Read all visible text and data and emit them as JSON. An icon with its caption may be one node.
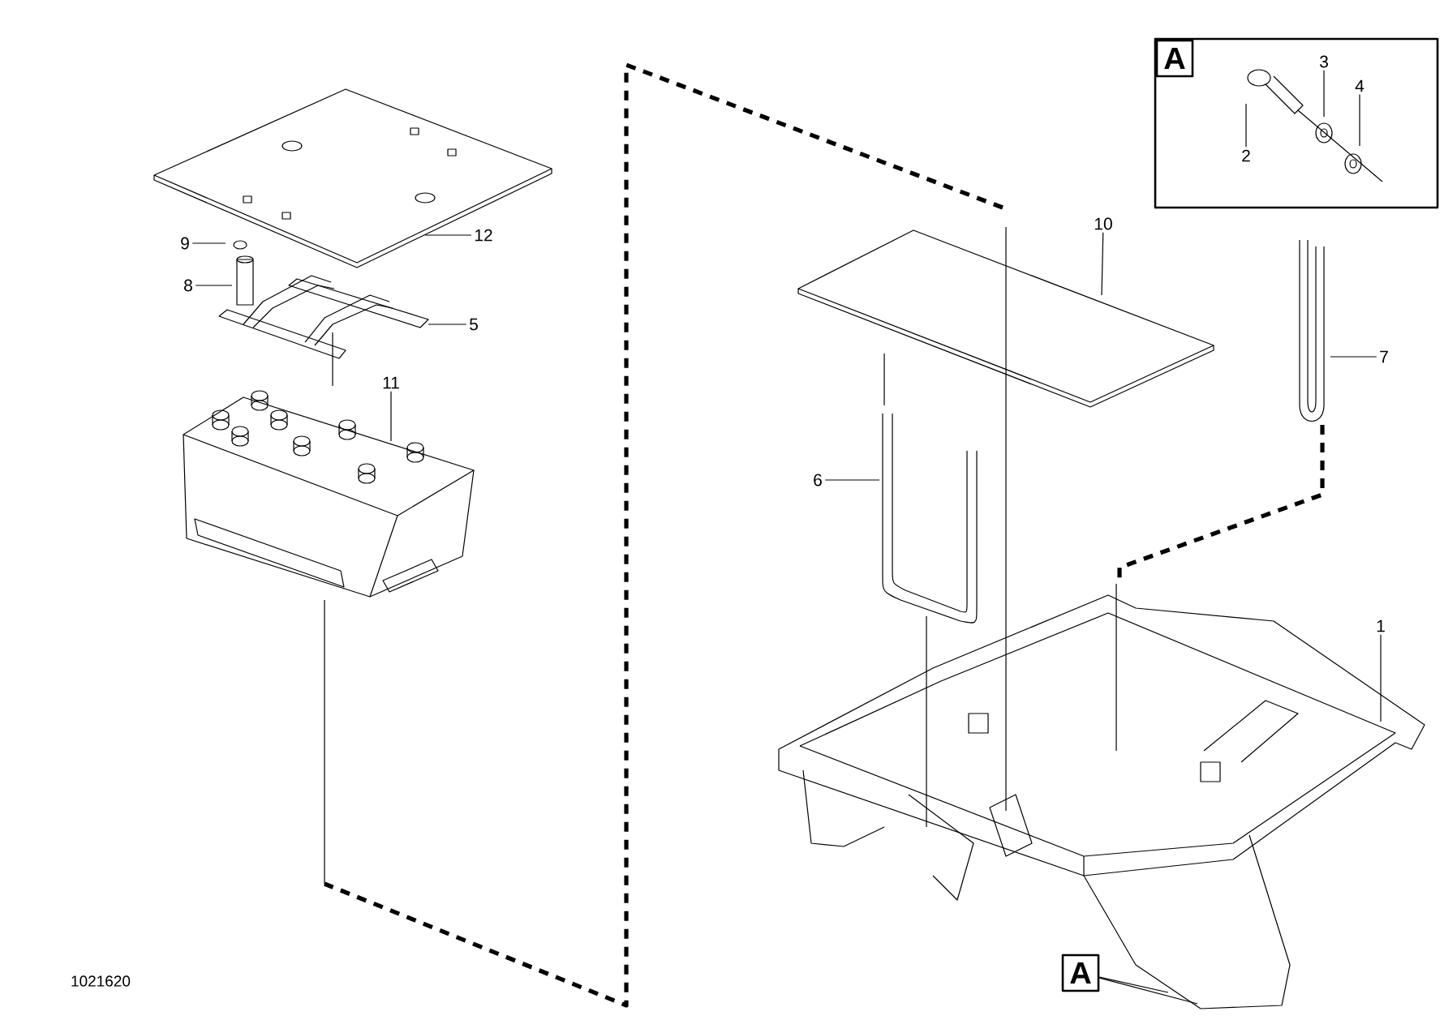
{
  "diagram": {
    "nodes": [
      {
        "text": [],
        "shape": "box"
      },
      {
        "text": [
          "A"
        ],
        "in": 0
      },
      {
        "text": [
          "2"
        ],
        "in": 0
      },
      {
        "text": [
          "3"
        ],
        "in": 0
      },
      {
        "text": [
          "4"
        ],
        "in": 0
      },
      {
        "text": [
          "9"
        ]
      },
      {
        "text": [
          "8"
        ]
      },
      {
        "text": [
          "12"
        ]
      },
      {
        "text": [
          "5"
        ]
      },
      {
        "text": [
          "11"
        ]
      },
      {
        "text": [
          "10"
        ]
      },
      {
        "text": [
          "7"
        ]
      },
      {
        "text": [
          "6"
        ]
      },
      {
        "text": [
          "1"
        ]
      },
      {
        "text": [
          "A"
        ]
      }
    ],
    "edges": [
      {
        "from": 2,
        "to": null,
        "arrow": "none"
      },
      {
        "from": 3,
        "to": null,
        "arrow": "none"
      },
      {
        "from": 4,
        "to": null,
        "arrow": "none"
      },
      {
        "from": 5,
        "to": null,
        "arrow": "none"
      },
      {
        "from": 6,
        "to": null,
        "arrow": "none"
      },
      {
        "from": 7,
        "to": null,
        "arrow": "none"
      },
      {
        "from": 8,
        "to": null,
        "arrow": "none"
      },
      {
        "from": 9,
        "to": null,
        "arrow": "none"
      },
      {
        "from": 10,
        "to": null,
        "arrow": "none"
      },
      {
        "from": 11,
        "to": null,
        "arrow": "none"
      },
      {
        "from": 12,
        "to": null,
        "arrow": "none"
      },
      {
        "from": 13,
        "to": null,
        "arrow": "none"
      },
      {
        "from": 14,
        "to": null,
        "arrow": "none"
      },
      {
        "from": 14,
        "to": null,
        "arrow": "none"
      }
    ],
    "labels": [
      "1021620"
    ]
  }
}
